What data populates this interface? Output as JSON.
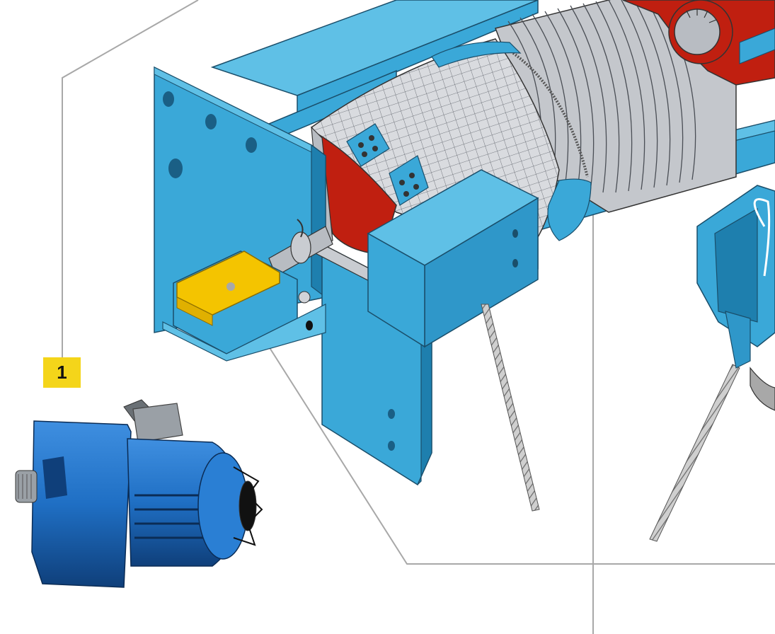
{
  "callouts": [
    {
      "number": "1"
    }
  ],
  "colors": {
    "frame_blue": "#3aa8d8",
    "frame_light": "#5fc0e6",
    "frame_dark": "#1e7fae",
    "drum_grey": "#c9ccd1",
    "brake_red": "#c01f10",
    "sensor_yellow": "#f4c400",
    "leader_line": "#a8a8a8",
    "badge_yellow": "#f4d51a",
    "motor_blue": "#1f6fc4"
  },
  "icons": [
    "hoist-frame",
    "rope-drum",
    "brake-disc",
    "limit-switch",
    "suspension-hook",
    "geared-motor"
  ]
}
